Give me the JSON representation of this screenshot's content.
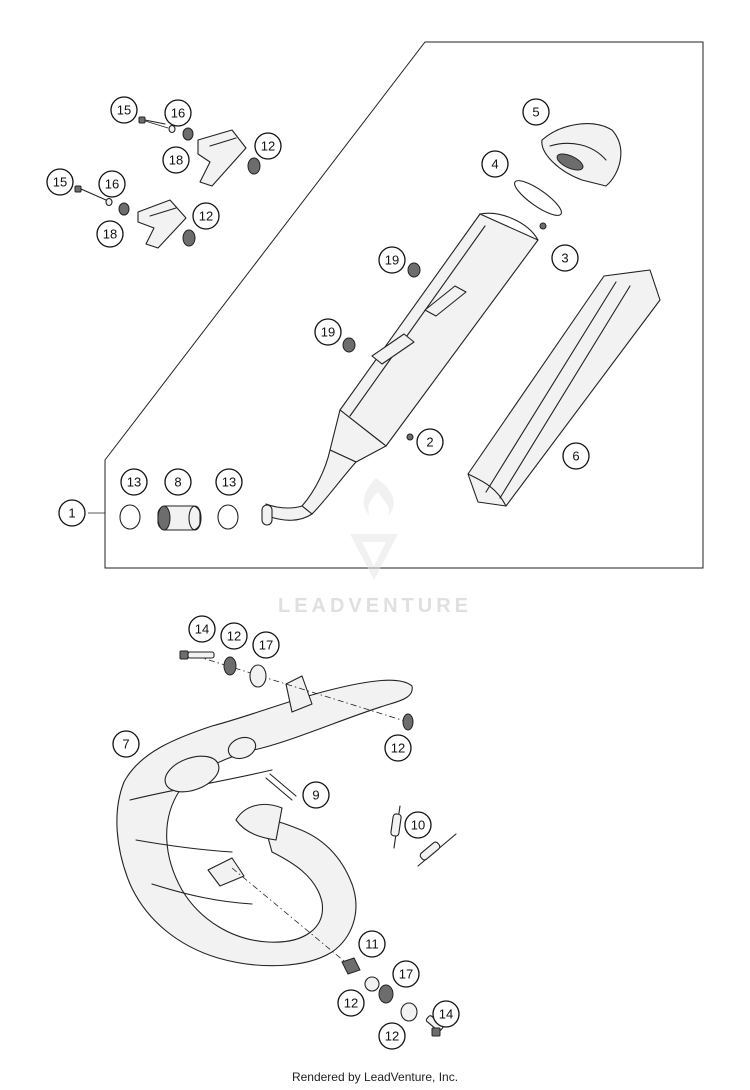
{
  "diagram": {
    "watermark": "LEADVENTURE",
    "footer": "Rendered by LeadVenture, Inc.",
    "callouts": [
      "1",
      "2",
      "3",
      "4",
      "5",
      "6",
      "7",
      "8",
      "9",
      "10",
      "11",
      "12",
      "13",
      "14",
      "15",
      "16",
      "17",
      "18",
      "19"
    ]
  }
}
